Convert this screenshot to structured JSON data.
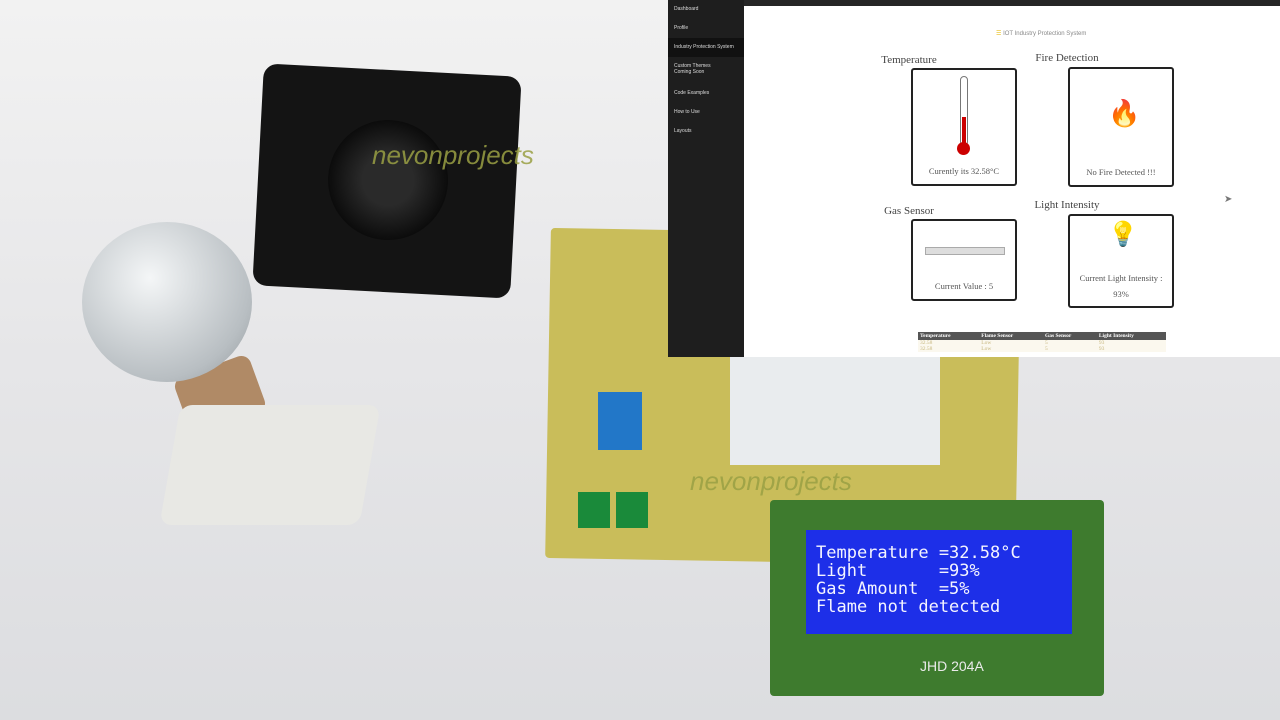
{
  "watermark": "nevonprojects",
  "lcd": {
    "lines": [
      "Temperature =32.58°C",
      "Light       =93%",
      "Gas Amount  =5%",
      "Flame not detected"
    ],
    "brand": "JHD 204A",
    "color": "#1d2fe8"
  },
  "sidebar": {
    "items": [
      {
        "label": "Dashboard"
      },
      {
        "label": "Profile"
      },
      {
        "label": "Industry Protection System"
      },
      {
        "label": "Custom Themes",
        "sub": "Coming Soon"
      },
      {
        "label": "Code Examples"
      },
      {
        "label": "How to Use"
      },
      {
        "label": "Layouts"
      }
    ]
  },
  "app": {
    "title": "IOT Industry Protection System",
    "cards": {
      "temperature": {
        "title": "Temperature",
        "text": "Curently its 32.58°C"
      },
      "fire": {
        "title": "Fire Detection",
        "text": "No Fire Detected !!!"
      },
      "gas": {
        "title": "Gas Sensor",
        "text": "Current Value : 5"
      },
      "light": {
        "title": "Light Intensity",
        "text": "Current Light Intensity : 93%"
      }
    },
    "table": {
      "headers": [
        "Temperature",
        "Flame Sensor",
        "Gas Sensor",
        "Light Intensity"
      ],
      "rows": [
        [
          "32.58",
          "Low",
          "5",
          "93"
        ],
        [
          "32.58",
          "Low",
          "5",
          "93"
        ]
      ]
    }
  }
}
